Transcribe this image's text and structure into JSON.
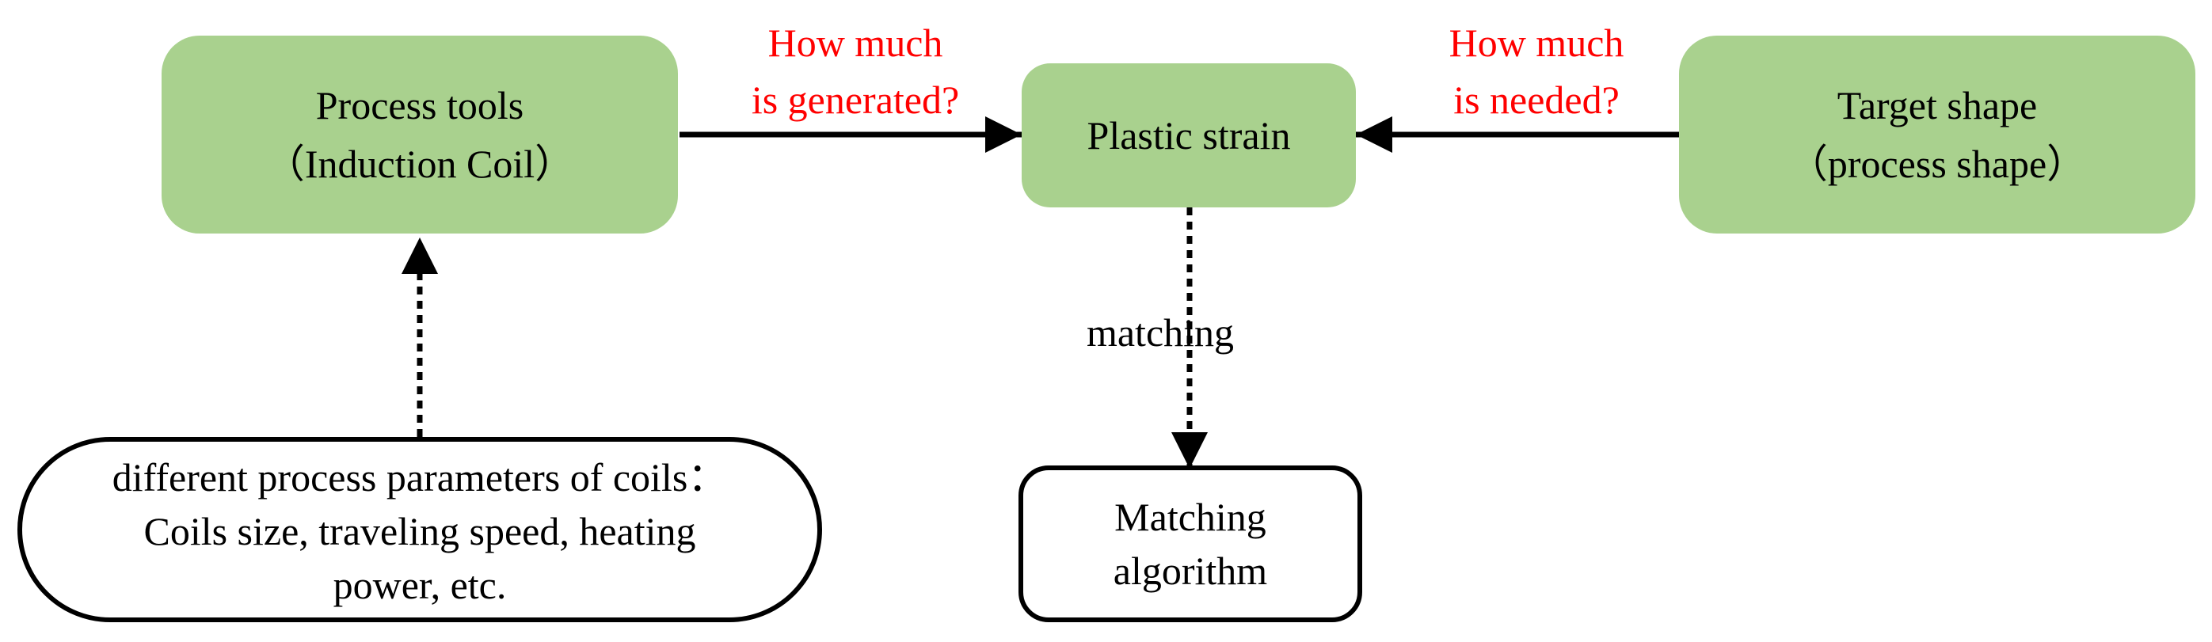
{
  "nodes": {
    "process_tools": {
      "line1": "Process tools",
      "line2": "（Induction Coil）"
    },
    "plastic_strain": {
      "line1": "Plastic strain"
    },
    "target_shape": {
      "line1": "Target shape",
      "line2": "（process shape）"
    },
    "parameters": {
      "line1": "different process parameters of coils：",
      "line2": "Coils size, traveling speed, heating",
      "line3": "power, etc."
    },
    "matching_algorithm": {
      "line1": "Matching",
      "line2": "algorithm"
    }
  },
  "edge_labels": {
    "generated": {
      "line1": "How much",
      "line2": "is generated?"
    },
    "needed": {
      "line1": "How much",
      "line2": "is needed?"
    },
    "matching": "matching"
  },
  "colors": {
    "node_fill": "#a9d18e",
    "question_text": "#ff0000",
    "line": "#000000"
  }
}
